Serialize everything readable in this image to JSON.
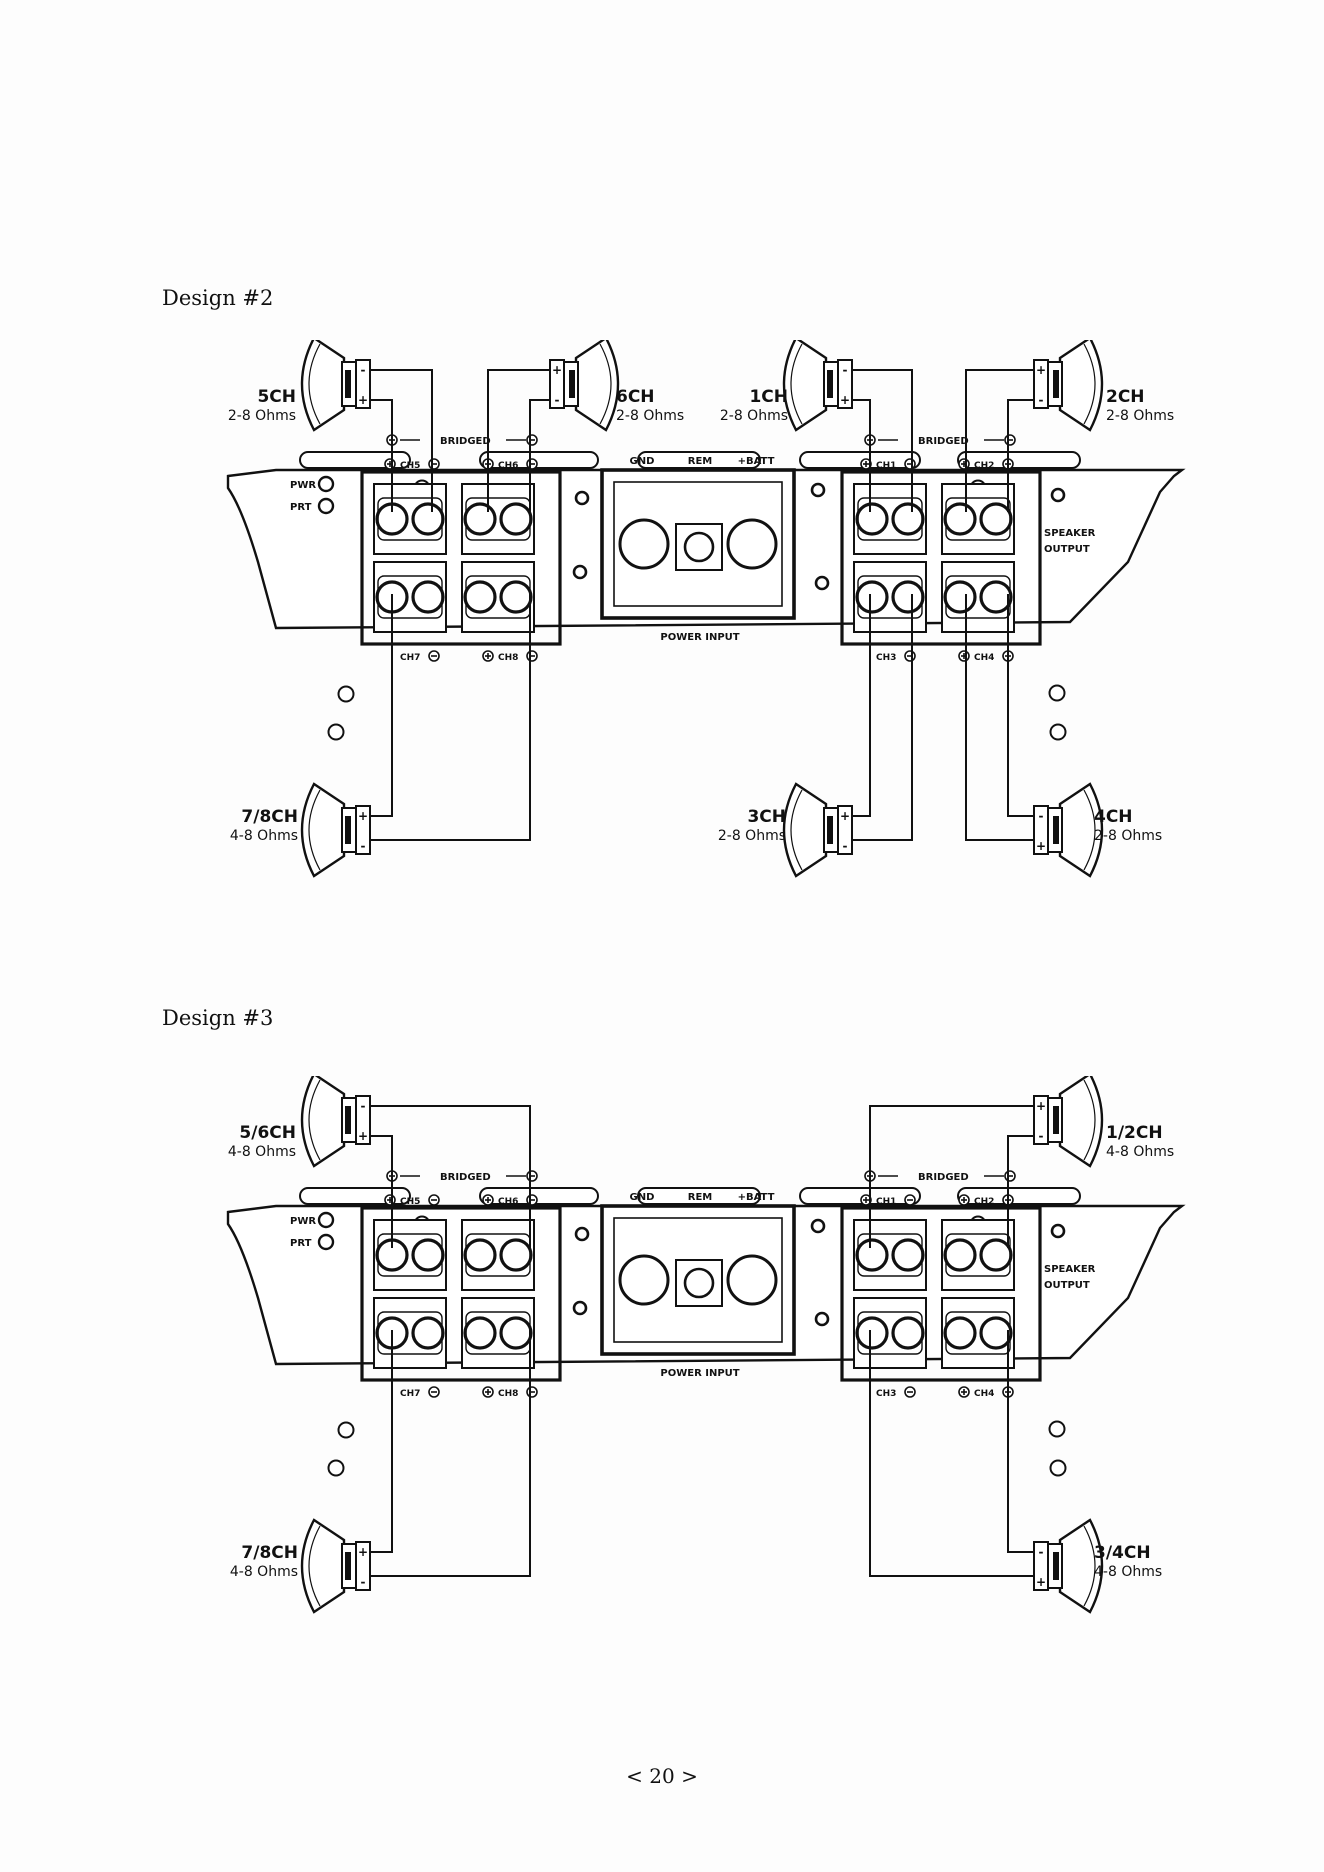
{
  "page_number": "< 20 >",
  "designs": [
    {
      "title": "Design #2",
      "amp": {
        "bridged_left": "BRIDGED",
        "bridged_right": "BRIDGED",
        "ch5": "CH5",
        "ch6": "CH6",
        "ch7": "CH7",
        "ch8": "CH8",
        "ch1": "CH1",
        "ch2": "CH2",
        "ch3": "CH3",
        "ch4": "CH4",
        "pwr": "PWR",
        "prt": "PRT",
        "gnd": "GND",
        "rem": "REM",
        "batt": "+BATT",
        "power_input": "POWER INPUT",
        "speaker_line1": "SPEAKER",
        "speaker_line2": "OUTPUT"
      },
      "speakers": [
        {
          "id": "5ch",
          "name": "5CH",
          "ohms": "2-8 Ohms"
        },
        {
          "id": "6ch",
          "name": "6CH",
          "ohms": "2-8 Ohms"
        },
        {
          "id": "1ch",
          "name": "1CH",
          "ohms": "2-8 Ohms"
        },
        {
          "id": "2ch",
          "name": "2CH",
          "ohms": "2-8 Ohms"
        },
        {
          "id": "78ch",
          "name": "7/8CH",
          "ohms": "4-8 Ohms"
        },
        {
          "id": "3ch",
          "name": "3CH",
          "ohms": "2-8 Ohms"
        },
        {
          "id": "4ch",
          "name": "4CH",
          "ohms": "2-8 Ohms"
        }
      ]
    },
    {
      "title": "Design #3",
      "amp": {
        "bridged_left": "BRIDGED",
        "bridged_right": "BRIDGED",
        "ch5": "CH5",
        "ch6": "CH6",
        "ch7": "CH7",
        "ch8": "CH8",
        "ch1": "CH1",
        "ch2": "CH2",
        "ch3": "CH3",
        "ch4": "CH4",
        "pwr": "PWR",
        "prt": "PRT",
        "gnd": "GND",
        "rem": "REM",
        "batt": "+BATT",
        "power_input": "POWER INPUT",
        "speaker_line1": "SPEAKER",
        "speaker_line2": "OUTPUT"
      },
      "speakers": [
        {
          "id": "56ch",
          "name": "5/6CH",
          "ohms": "4-8 Ohms"
        },
        {
          "id": "12ch",
          "name": "1/2CH",
          "ohms": "4-8 Ohms"
        },
        {
          "id": "78ch",
          "name": "7/8CH",
          "ohms": "4-8 Ohms"
        },
        {
          "id": "34ch",
          "name": "3/4CH",
          "ohms": "4-8 Ohms"
        }
      ]
    }
  ],
  "colors": {
    "ink": "#111111",
    "paper": "#fdfdfd"
  }
}
